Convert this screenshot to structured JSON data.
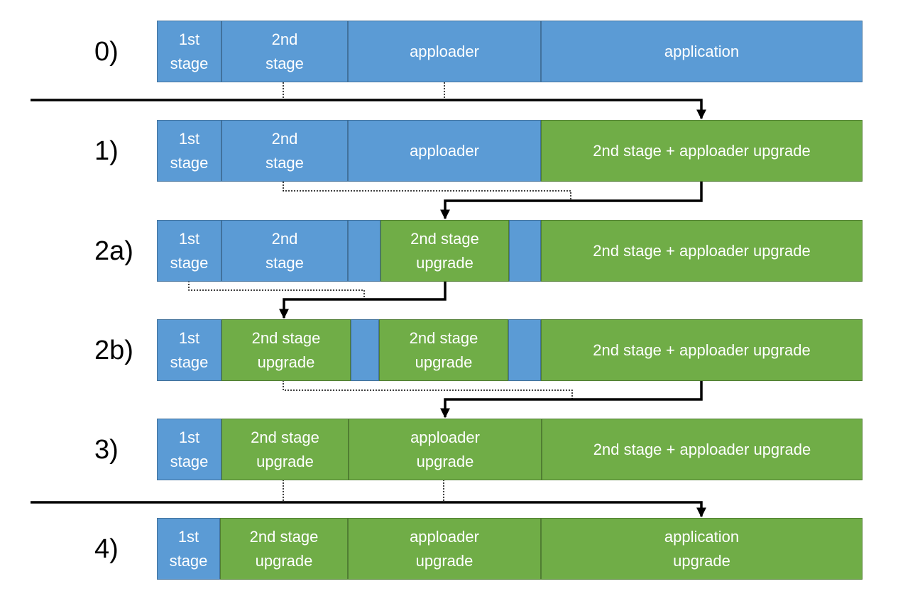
{
  "colors": {
    "old": "#5b9bd5",
    "upgrade": "#70ad47",
    "line": "#000000"
  },
  "rows": [
    {
      "label": "0)",
      "segments": [
        {
          "text": "1st\nstage",
          "kind": "old"
        },
        {
          "text": "2nd\nstage",
          "kind": "old"
        },
        {
          "text": "apploader",
          "kind": "old"
        },
        {
          "text": "application",
          "kind": "old"
        }
      ]
    },
    {
      "label": "1)",
      "segments": [
        {
          "text": "1st\nstage",
          "kind": "old"
        },
        {
          "text": "2nd\nstage",
          "kind": "old"
        },
        {
          "text": "apploader",
          "kind": "old"
        },
        {
          "text": "2nd stage + apploader upgrade",
          "kind": "upgrade"
        }
      ]
    },
    {
      "label": "2a)",
      "segments": [
        {
          "text": "1st\nstage",
          "kind": "old"
        },
        {
          "text": "2nd\nstage",
          "kind": "old"
        },
        {
          "text": "",
          "kind": "old"
        },
        {
          "text": "2nd stage\nupgrade",
          "kind": "upgrade"
        },
        {
          "text": "",
          "kind": "old"
        },
        {
          "text": "2nd stage + apploader upgrade",
          "kind": "upgrade"
        }
      ]
    },
    {
      "label": "2b)",
      "segments": [
        {
          "text": "1st\nstage",
          "kind": "old"
        },
        {
          "text": "2nd stage\nupgrade",
          "kind": "upgrade"
        },
        {
          "text": "",
          "kind": "old"
        },
        {
          "text": "2nd stage\nupgrade",
          "kind": "upgrade"
        },
        {
          "text": "",
          "kind": "old"
        },
        {
          "text": "2nd stage + apploader upgrade",
          "kind": "upgrade"
        }
      ]
    },
    {
      "label": "3)",
      "segments": [
        {
          "text": "1st\nstage",
          "kind": "old"
        },
        {
          "text": "2nd stage\nupgrade",
          "kind": "upgrade"
        },
        {
          "text": "apploader\nupgrade",
          "kind": "upgrade"
        },
        {
          "text": "2nd stage + apploader upgrade",
          "kind": "upgrade"
        }
      ]
    },
    {
      "label": "4)",
      "segments": [
        {
          "text": "1st\nstage",
          "kind": "old"
        },
        {
          "text": "2nd stage\nupgrade",
          "kind": "upgrade"
        },
        {
          "text": "apploader\nupgrade",
          "kind": "upgrade"
        },
        {
          "text": "application\nupgrade",
          "kind": "upgrade"
        }
      ]
    }
  ]
}
